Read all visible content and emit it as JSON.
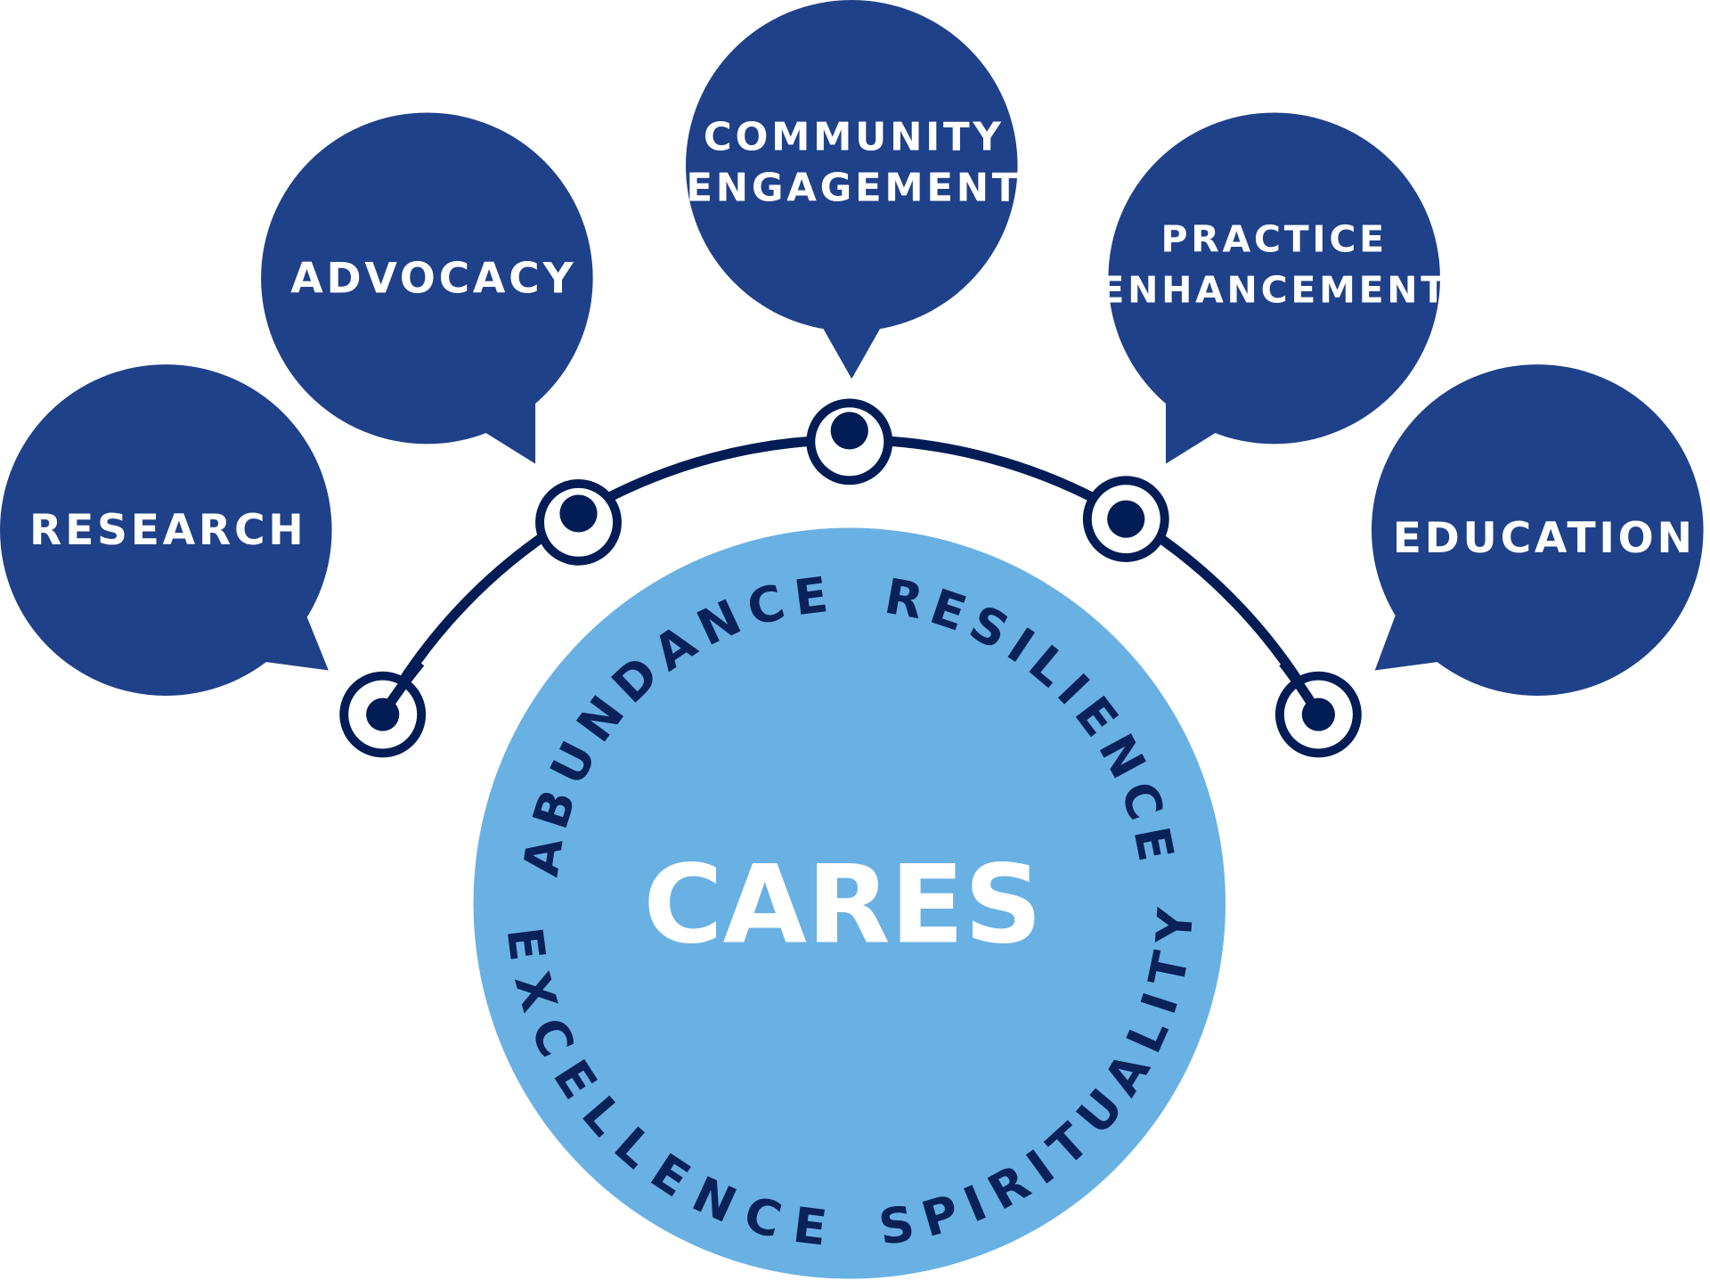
{
  "colors": {
    "bubble": "#1f4189",
    "navy": "#021d55",
    "core": "#6ab1e3",
    "text_on_core": "#0b2159"
  },
  "bubbles": [
    {
      "lines": [
        "RESEARCH"
      ]
    },
    {
      "lines": [
        "ADVOCACY"
      ]
    },
    {
      "lines": [
        "COMMUNITY",
        "ENGAGEMENT"
      ]
    },
    {
      "lines": [
        "PRACTICE",
        "ENHANCEMENT"
      ]
    },
    {
      "lines": [
        "EDUCATION"
      ]
    }
  ],
  "core": {
    "title": "CARES",
    "values": [
      "ABUNDANCE",
      "RESILIENCE",
      "SPIRITUALITY",
      "EXCELLENCE"
    ]
  }
}
